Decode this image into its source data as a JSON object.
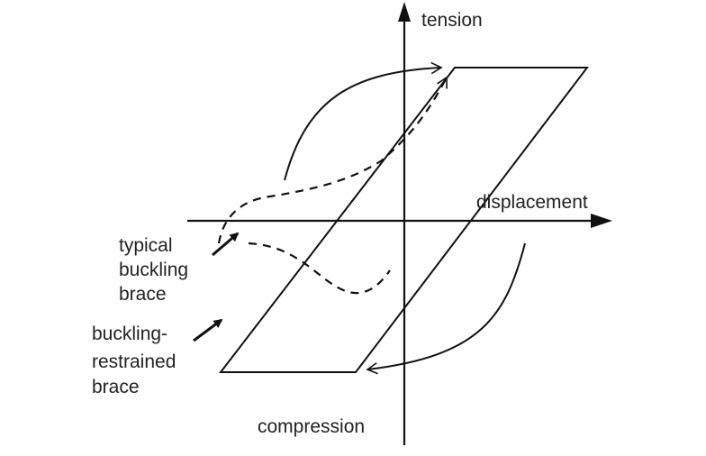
{
  "axes": {
    "y_positive_label": "tension",
    "x_positive_label": "displacement",
    "y_negative_label": "compression"
  },
  "legend": {
    "buckling_brace": [
      "typical",
      "buckling",
      "brace"
    ],
    "restrained_brace": [
      "buckling-",
      "restrained",
      "brace"
    ]
  },
  "colors": {
    "ink": "#111111",
    "background": "#ffffff"
  }
}
